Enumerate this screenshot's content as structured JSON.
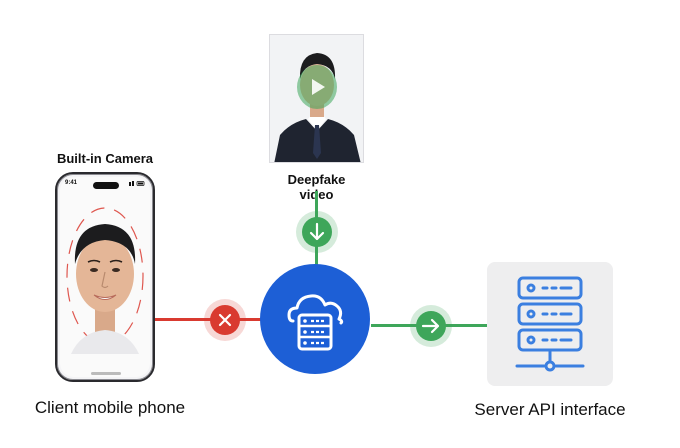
{
  "labels": {
    "camera": "Built-in Camera",
    "video": "Deepfake video",
    "client": "Client mobile phone",
    "server": "Server API interface"
  },
  "phone": {
    "time": "9:41"
  },
  "icons": {
    "blocked": "close-icon",
    "down": "arrow-down-icon",
    "right": "arrow-right-icon",
    "hub": "cloud-server-icon",
    "server": "server-rack-icon",
    "play": "play-icon"
  },
  "colors": {
    "blocked": "#d93a30",
    "allowed": "#3ea65a",
    "hub": "#1d5fd6",
    "server_icon": "#3b7fe0",
    "server_bg": "#eeeeef"
  }
}
